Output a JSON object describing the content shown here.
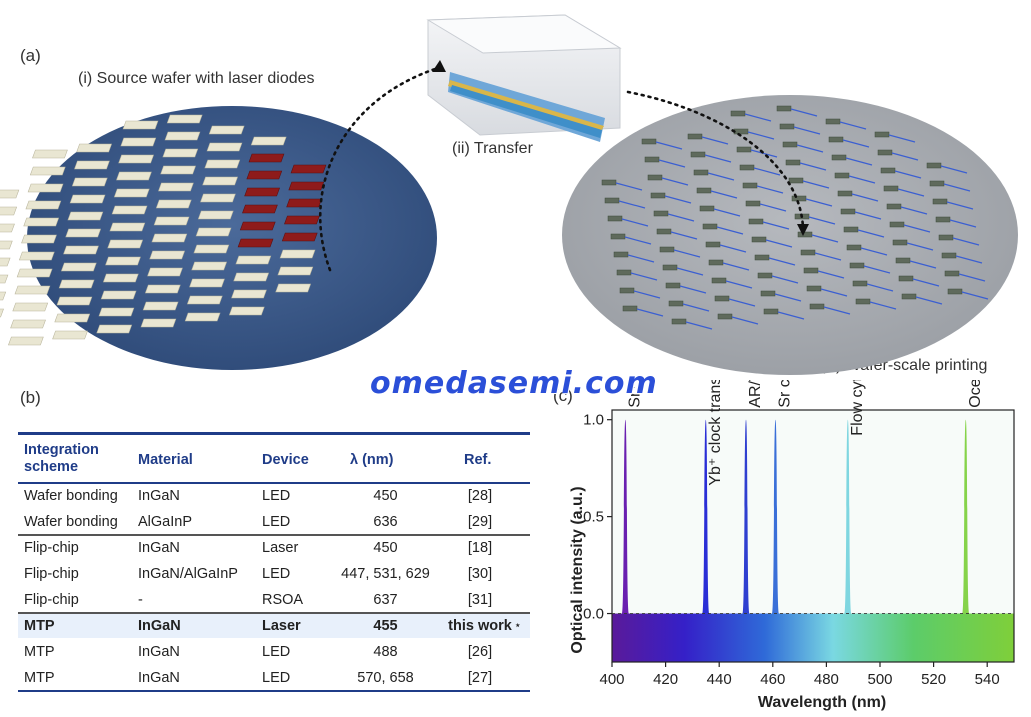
{
  "panels": {
    "a": {
      "label": "(a)",
      "source_caption": "(i) Source wafer with laser diodes",
      "transfer_caption": "(ii) Transfer",
      "target_caption": "(iii) Wafer-scale printing"
    },
    "b": {
      "label": "(b)",
      "headers": [
        "Integration scheme",
        "Material",
        "Device",
        "λ (nm)",
        "Ref."
      ],
      "rows": [
        {
          "scheme": "Wafer bonding",
          "material": "InGaN",
          "device": "LED",
          "wavelength": "450",
          "ref": "[28]",
          "highlight": false,
          "group_start": true
        },
        {
          "scheme": "Wafer bonding",
          "material": "AlGaInP",
          "device": "LED",
          "wavelength": "636",
          "ref": "[29]",
          "highlight": false,
          "group_start": false
        },
        {
          "scheme": "Flip-chip",
          "material": "InGaN",
          "device": "Laser",
          "wavelength": "450",
          "ref": "[18]",
          "highlight": false,
          "group_start": true
        },
        {
          "scheme": "Flip-chip",
          "material": "InGaN/AlGaInP",
          "device": "LED",
          "wavelength": "447, 531, 629",
          "ref": "[30]",
          "highlight": false,
          "group_start": false
        },
        {
          "scheme": "Flip-chip",
          "material": "-",
          "device": "RSOA",
          "wavelength": "637",
          "ref": "[31]",
          "highlight": false,
          "group_start": false
        },
        {
          "scheme": "MTP",
          "material": "InGaN",
          "device": "Laser",
          "wavelength": "455",
          "ref": "this work",
          "highlight": true,
          "group_start": true
        },
        {
          "scheme": "MTP",
          "material": "InGaN",
          "device": "LED",
          "wavelength": "488",
          "ref": "[26]",
          "highlight": false,
          "group_start": false
        },
        {
          "scheme": "MTP",
          "material": "InGaN",
          "device": "LED",
          "wavelength": "570, 658",
          "ref": "[27]",
          "highlight": false,
          "group_start": false
        }
      ],
      "this_work_marker": "⋆",
      "highlight_color": "#e8f0fb",
      "header_color": "#1f3c88"
    },
    "c": {
      "label": "(c)"
    }
  },
  "watermark": "omedasemi.com",
  "chart_data": {
    "type": "line",
    "xlabel": "Wavelength (nm)",
    "ylabel": "Optical intensity (a.u.)",
    "xlim": [
      400,
      550
    ],
    "ylim": [
      -0.25,
      1.05
    ],
    "xticks": [
      400,
      420,
      440,
      460,
      480,
      500,
      520,
      540
    ],
    "yticks": [
      0.0,
      0.5,
      1.0
    ],
    "ytick_labels": [
      "0.0",
      "0.5",
      "1.0"
    ],
    "gradient_band": {
      "y_from": -0.25,
      "y_to": 0.0
    },
    "peaks": [
      {
        "center": 405,
        "height": 1.0,
        "label": "Sr⁺ photoionization",
        "color": "#6a1fb0"
      },
      {
        "center": 435,
        "height": 1.0,
        "label": "Yb⁺ clock transition",
        "color": "#2a2ed6"
      },
      {
        "center": 450,
        "height": 1.0,
        "label": "AR/VR/MR",
        "color": "#2f3fd0"
      },
      {
        "center": 461,
        "height": 1.0,
        "label": "Sr cooling",
        "color": "#3a6fd8"
      },
      {
        "center": 488,
        "height": 1.0,
        "label": "Flow cytometry",
        "color": "#7fd6e0"
      },
      {
        "center": 532,
        "height": 1.0,
        "label": "Ocean lidar",
        "color": "#86d34a"
      }
    ]
  }
}
